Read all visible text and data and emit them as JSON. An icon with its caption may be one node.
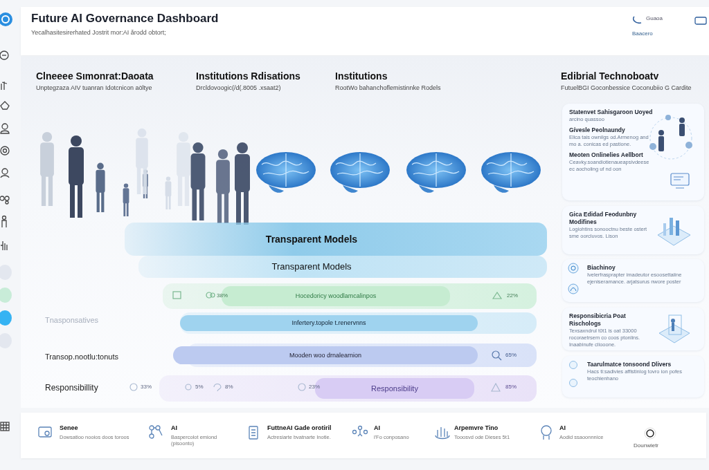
{
  "diagram": {
    "title": "Future AI Governance Dashboard",
    "nodes": [
      {
        "text": [
          "Transparent Models"
        ]
      },
      {
        "text": [
          "Transparent Models"
        ]
      },
      {
        "text": [
          "Hocedoricy woodlamcalinpos"
        ]
      },
      {
        "text": [
          "Infertery.topole t.renervnns"
        ]
      },
      {
        "text": [
          "Mooden woo drnalearnion"
        ]
      },
      {
        "text": [
          "Responsibility"
        ]
      },
      {
        "text": [
          "Statenvet Sahisgaroon Uoyed",
          "arcino quassoo",
          "Gívesle Peolnaundy",
          "Elica tais ownilgs od.Armenog and mo a. conicas ed pastione.",
          "Meoten Onlinelies Aellbort",
          "Ceavky.soandiotienaueapsivdeese ec aocholing uf nd oon"
        ]
      },
      {
        "text": [
          "Gica Edidad Feodunbny Modifines",
          "Logiohtins sonooctnu beste ostert sme oorcluvos. Lison"
        ]
      },
      {
        "text": [
          "Biachinoy",
          "Ivelerfrasprapter imadeutor esoosettaiine ejeniseramance. arjatsurus nwore poster"
        ]
      },
      {
        "text": [
          "Responsibicria Poat Rischologs",
          "Texsaxndrul t0t1 is oat 33000 rocoraetrsem co coos ptonlins. Inaabinufe cliooone."
        ]
      },
      {
        "text": [
          "Taarulmatce tonsoond Dlivers",
          "Hacs ti:sadivies affistinlog tovro ion pofes teochienhano"
        ]
      }
    ],
    "edges": [],
    "labels": [
      "Yecalhasitesirerhated Jostrit mor:AI ǎrodd obtort;",
      "Guaoa",
      "Baacero",
      "Clneeee Sιmonrat:Daoata",
      "Unptegzaza AIV tuanran Idotcnicon aöltye",
      "Institutions Rdisations",
      "Drcldovoogic(/d(.8005 .xsaat2)",
      "Institutions",
      "RootWo bahanchoflemistinnke Rodels",
      "Edibrial Technoboatv",
      "FutuelBGI Goconbessice Coconubiio G Cardite",
      "Tnasponsatives",
      "Transop.nootlu:tonuts",
      "Responsibillity",
      "38%",
      "22%",
      "65%",
      "33%",
      "5%",
      "8%",
      "23%",
      "85%",
      "Senee",
      "Dowsatioo nooios doos toroos",
      "AI",
      "Baspercolot emiond (pisoonto)",
      "FuttneAI Gade orotiril",
      "Actresiarte bvatnarte Inotle.",
      "AI",
      "l'Fo conposano",
      "Arpemvre Tino",
      "Tooosvd ode Dieses 5t1",
      "AI",
      "Aodid ssaoonnnice",
      "Dounwietr"
    ]
  }
}
